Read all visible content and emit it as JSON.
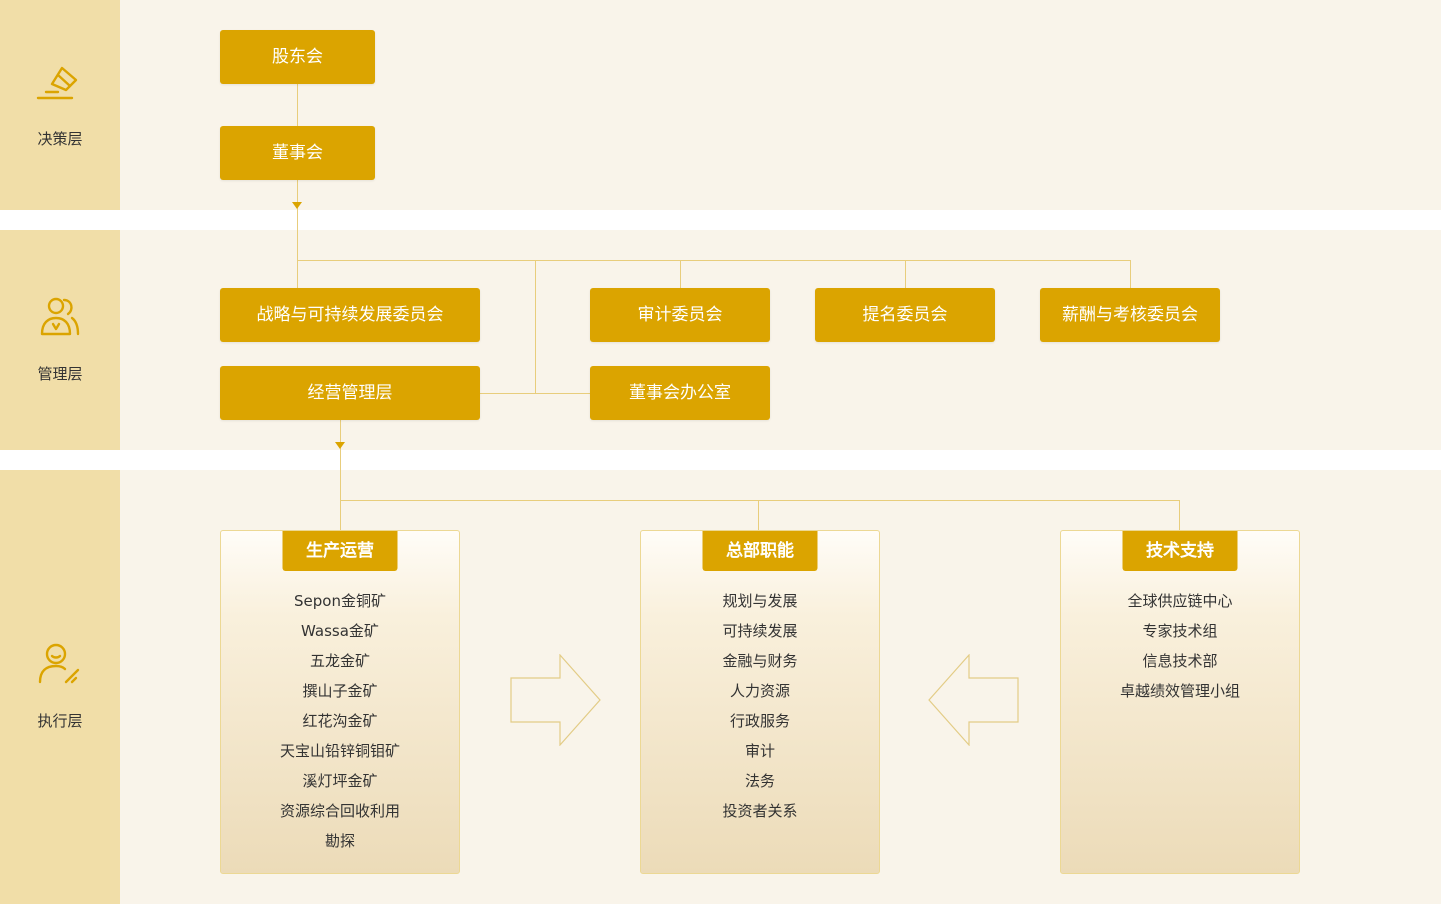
{
  "layers": {
    "decision": "决策层",
    "management": "管理层",
    "execution": "执行层"
  },
  "icons": {
    "decision": "gavel-icon",
    "management": "users-icon",
    "execution": "user-pen-icon"
  },
  "colors": {
    "accent": "#dba400",
    "band_bg": "#f9f4ea",
    "label_bg": "#f1dea8",
    "line": "#e8cd7c"
  },
  "decision": {
    "shareholders": "股东会",
    "board": "董事会"
  },
  "management": {
    "committees": [
      "战略与可持续发展委员会",
      "审计委员会",
      "提名委员会",
      "薪酬与考核委员会"
    ],
    "executive": "经营管理层",
    "board_office": "董事会办公室"
  },
  "execution": {
    "panels": [
      {
        "title": "生产运营",
        "items": [
          "Sepon金铜矿",
          "Wassa金矿",
          "五龙金矿",
          "撰山子金矿",
          "红花沟金矿",
          "天宝山铅锌铜钼矿",
          "溪灯坪金矿",
          "资源综合回收利用",
          "勘探"
        ]
      },
      {
        "title": "总部职能",
        "items": [
          "规划与发展",
          "可持续发展",
          "金融与财务",
          "人力资源",
          "行政服务",
          "审计",
          "法务",
          "投资者关系"
        ]
      },
      {
        "title": "技术支持",
        "items": [
          "全球供应链中心",
          "专家技术组",
          "信息技术部",
          "卓越绩效管理小组"
        ]
      }
    ]
  }
}
